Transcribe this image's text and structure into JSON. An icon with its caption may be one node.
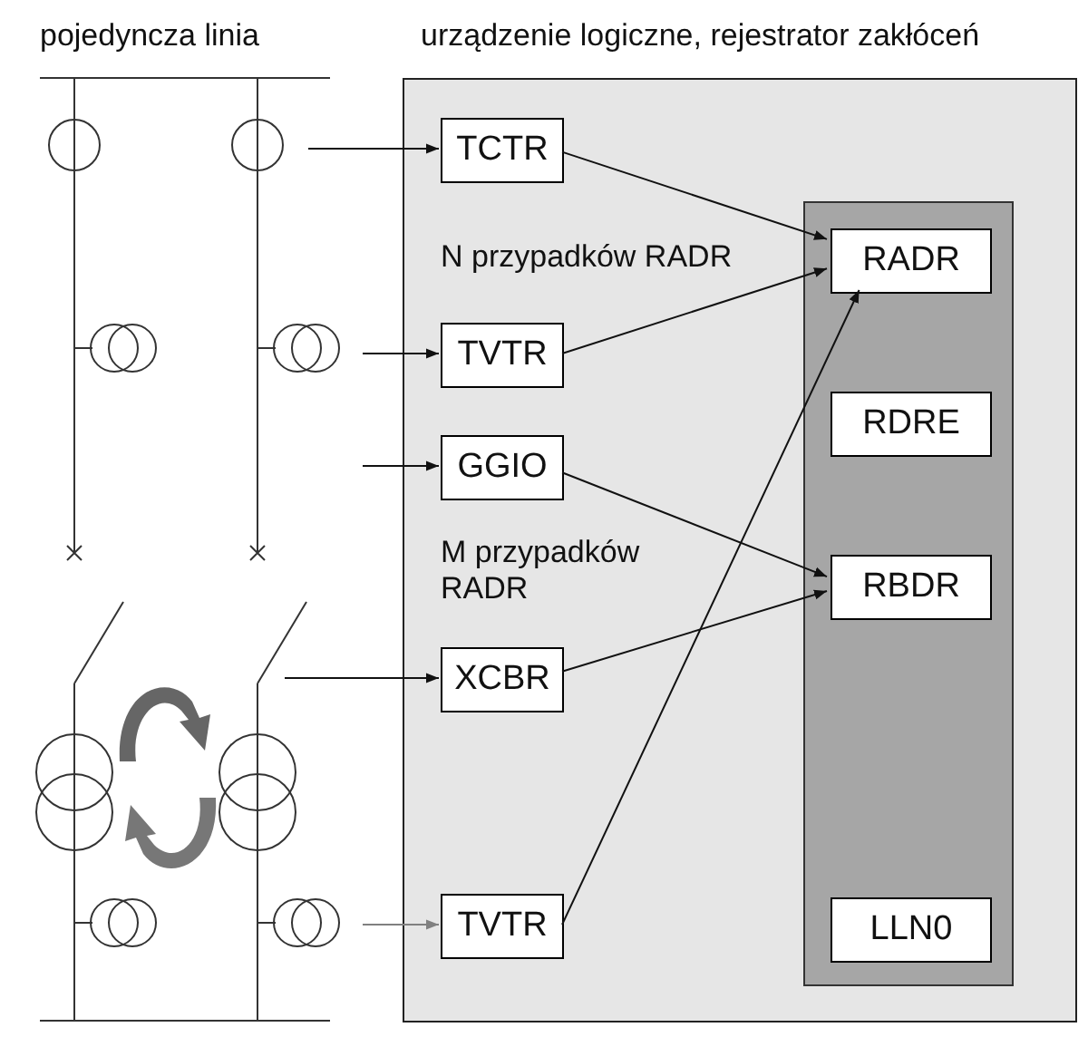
{
  "diagram": {
    "nodes": [
      {
        "text": [
          "urządzenie logiczne, rejestrator zakłóceń"
        ]
      },
      {
        "text": [
          "TCTR"
        ],
        "in": 0
      },
      {
        "text": [
          "TVTR"
        ],
        "in": 0
      },
      {
        "text": [
          "GGIO"
        ],
        "in": 0
      },
      {
        "text": [
          "XCBR"
        ],
        "in": 0
      },
      {
        "text": [
          "TVTR"
        ],
        "in": 0
      },
      {
        "text": [],
        "shape": "box",
        "in": 0
      },
      {
        "text": [
          "RADR"
        ],
        "in": 6
      },
      {
        "text": [
          "RDRE"
        ],
        "in": 6
      },
      {
        "text": [
          "RBDR"
        ],
        "in": 6
      },
      {
        "text": [
          "LLN0"
        ],
        "in": 6
      }
    ],
    "edges": [
      {
        "from": null,
        "to": 1,
        "arrow": "to"
      },
      {
        "from": null,
        "to": 2,
        "arrow": "to"
      },
      {
        "from": null,
        "to": 3,
        "arrow": "to"
      },
      {
        "from": null,
        "to": 4,
        "arrow": "to"
      },
      {
        "from": null,
        "to": 5,
        "arrow": "to",
        "color": "#808080"
      },
      {
        "from": 1,
        "to": 7,
        "arrow": "to"
      },
      {
        "from": 2,
        "to": 7,
        "arrow": "to"
      },
      {
        "from": 3,
        "to": 9,
        "arrow": "to"
      },
      {
        "from": 4,
        "to": 9,
        "arrow": "to"
      },
      {
        "from": 5,
        "to": 7,
        "arrow": "to"
      }
    ],
    "labels": [
      "pojedyncza linia",
      "N przypadków RADR",
      "M przypadków RADR"
    ]
  }
}
